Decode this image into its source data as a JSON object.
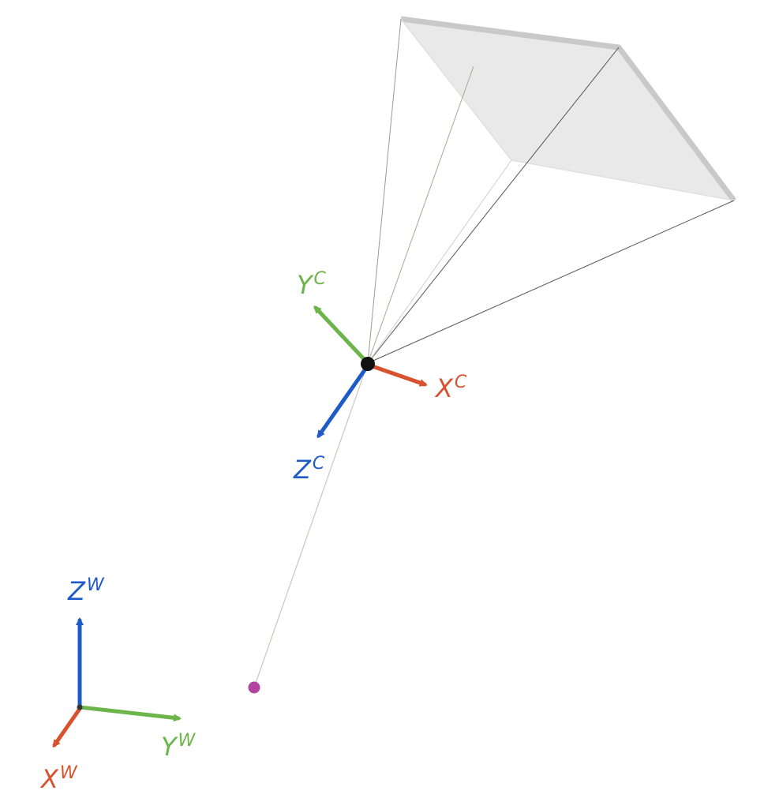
{
  "colors": {
    "x_axis": "#d9522f",
    "y_axis": "#6cb54b",
    "z_axis": "#1f5ac9",
    "frustum_fill": "#e6e6e6",
    "frustum_edge": "#c9c9c9",
    "ray": "#c8c8c0",
    "camera_center": "#111111",
    "world_point": "#b0449e"
  },
  "camera_frame": {
    "x_label": {
      "base": "X",
      "sup": "C"
    },
    "y_label": {
      "base": "Y",
      "sup": "C"
    },
    "z_label": {
      "base": "Z",
      "sup": "C"
    }
  },
  "world_frame": {
    "x_label": {
      "base": "X",
      "sup": "W"
    },
    "y_label": {
      "base": "Y",
      "sup": "W"
    },
    "z_label": {
      "base": "Z",
      "sup": "W"
    }
  }
}
